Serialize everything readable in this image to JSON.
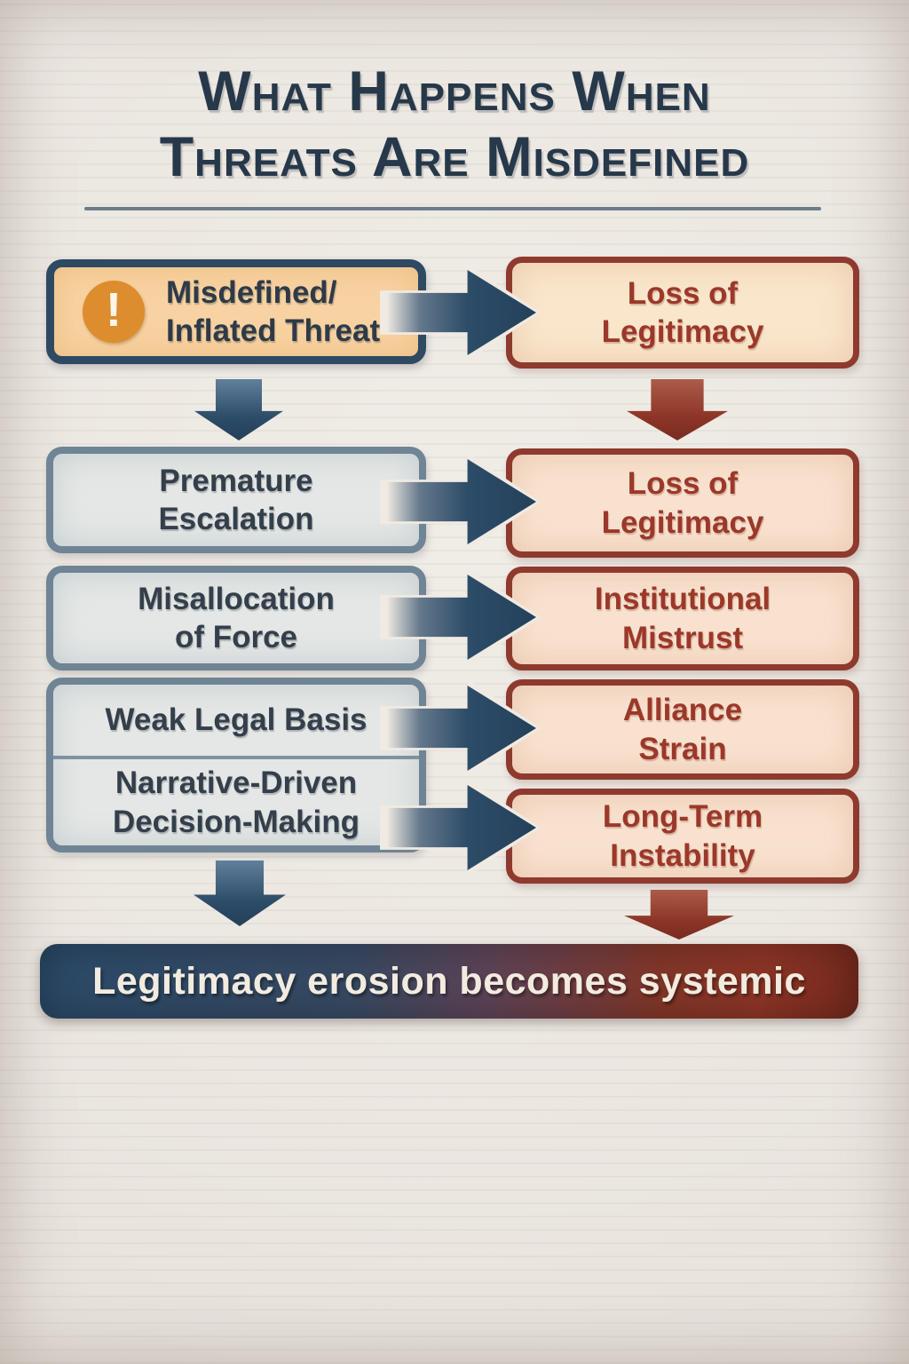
{
  "title": {
    "line1": "What Happens When",
    "line2": "Threats Are Misdefined"
  },
  "flow": {
    "left": [
      {
        "label": "Misdefined/\nInflated Threat",
        "icon": "warning-exclamation",
        "icon_glyph": "!"
      },
      {
        "label": "Premature\nEscalation"
      },
      {
        "label": "Misallocation\nof Force"
      },
      {
        "label": "Weak Legal Basis"
      },
      {
        "label": "Narrative-Driven\nDecision-Making"
      }
    ],
    "right": [
      {
        "label": "Loss of\nLegitimacy"
      },
      {
        "label": "Loss of\nLegitimacy"
      },
      {
        "label": "Institutional\nMistrust"
      },
      {
        "label": "Alliance\nStrain"
      },
      {
        "label": "Long-Term\nInstability"
      }
    ]
  },
  "banner": {
    "label": "Legitimacy erosion becomes systemic"
  },
  "colors": {
    "navy": "#2c4b66",
    "red": "#8e3a2e",
    "warning_orange": "#dd8d2e",
    "threat_box_fill": "#f8d2a2",
    "left_box_fill": "#e4e7e5",
    "left_box_border": "#6f8494",
    "right_box_fill": "#f8e2cf",
    "banner_gradient_left": "#2b4a68",
    "banner_gradient_right": "#772a1e",
    "paper": "#ebe6e0",
    "title_text": "#26384a"
  }
}
